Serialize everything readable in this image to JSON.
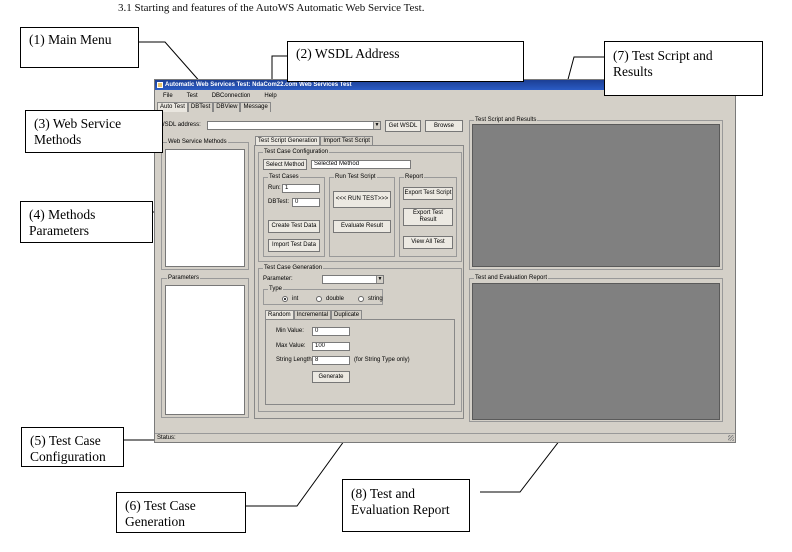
{
  "document": {
    "heading": "3.1 Starting and features of the AutoWS Automatic Web Service Test."
  },
  "callouts": {
    "main_menu": "(1) Main Menu",
    "wsdl_address": "(2) WSDL Address",
    "ws_methods_line1": "(3) Web Service",
    "ws_methods_line2": "Methods",
    "methods_params_line1": "(4) Methods",
    "methods_params_line2": "Parameters",
    "tc_config_line1": "(5) Test Case",
    "tc_config_line2": "Configuration",
    "tc_generation_line1": "(6) Test Case",
    "tc_generation_line2": "Generation",
    "script_results_line1": "(7) Test Script and",
    "script_results_line2": "Results",
    "eval_report_line1": "(8) Test and",
    "eval_report_line2": "Evaluation Report"
  },
  "app": {
    "title": "Automatic Web Services Test: NdaCom22.com Web Services Test",
    "menu": [
      "File",
      "Test",
      "DBConnection",
      "Help"
    ],
    "tabs": [
      "Auto Test",
      "DBTest",
      "DBView",
      "Message"
    ],
    "wsdl": {
      "label": "WSDL address:",
      "value": "",
      "get_button": "Get WSDL",
      "browse_button": "Browse"
    },
    "web_service_methods_label": "Web Service Methods",
    "parameters_label": "Parameters",
    "script_tabs": [
      "Test Script Generation",
      "Import Test Script"
    ],
    "test_case_configuration": {
      "label": "Test Case Configuration",
      "select_method_button": "Select Method",
      "selected_method_value": "Selected Method",
      "test_cases_label": "Test Cases",
      "run_label": "Run:",
      "run_value": "1",
      "dbtest_label": "DBTest:",
      "dbtest_value": "0",
      "create_button": "Create Test Data",
      "import_button": "Import Test Data",
      "run_test_script_label": "Run Test Script",
      "run_test_button": "<<< RUN TEST>>>",
      "evaluate_button": "Evaluate Result",
      "report_label": "Report",
      "export_script_button": "Export Test Script",
      "export_result_line1": "Export Test",
      "export_result_line2": "Result",
      "view_all_button": "View All Test"
    },
    "test_case_generation": {
      "label": "Test Case Generation",
      "parameter_label": "Parameter:",
      "parameter_value": "",
      "type_label": "Type",
      "types": [
        "int",
        "double",
        "string"
      ],
      "selected_type": "int",
      "gen_tabs": [
        "Random",
        "Incremental",
        "Duplicate"
      ],
      "min_label": "Min Value:",
      "min_value": "0",
      "max_label": "Max Value:",
      "max_value": "100",
      "strlen_label": "String Length:",
      "strlen_value": "8",
      "strlen_note": "(for String Type only)",
      "generate_button": "Generate"
    },
    "script_results_label": "Test Script and Results",
    "eval_report_label": "Test and Evaluation Report",
    "status_label": "Status:"
  }
}
